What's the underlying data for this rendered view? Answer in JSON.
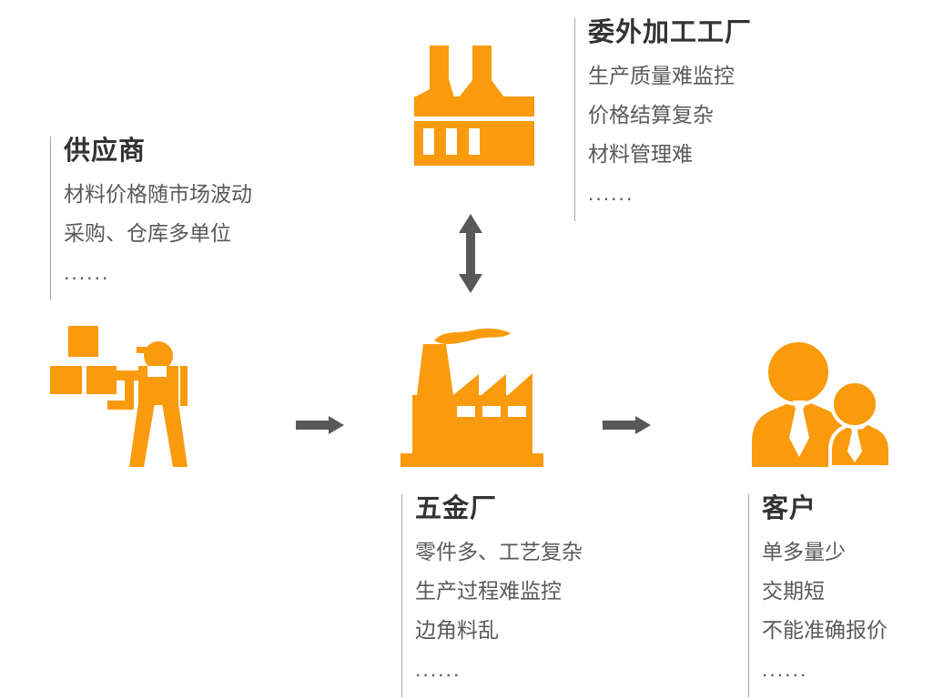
{
  "colors": {
    "accent": "#F99B0D",
    "arrow": "#595959",
    "title": "#333333",
    "body": "#595959",
    "divider": "#A6A6A6",
    "background": "#FFFFFF"
  },
  "nodes": {
    "outsource_factory": {
      "title": "委外加工工厂",
      "items": [
        "生产质量难监控",
        "价格结算复杂",
        "材料管理难"
      ],
      "ellipsis": "......"
    },
    "supplier": {
      "title": "供应商",
      "items": [
        "材料价格随市场波动",
        "采购、仓库多单位"
      ],
      "ellipsis": "......"
    },
    "hardware_factory": {
      "title": "五金厂",
      "items": [
        "零件多、工艺复杂",
        "生产过程难监控",
        "边角料乱"
      ],
      "ellipsis": "......"
    },
    "customer": {
      "title": "客户",
      "items": [
        "单多量少",
        "交期短",
        "不能准确报价"
      ],
      "ellipsis": "......"
    }
  },
  "icons": {
    "supplier": "worker-with-boxes-icon",
    "outsource_factory": "factory-icon",
    "hardware_factory": "factory-with-smoke-icon",
    "customer": "customers-icon",
    "flow_left": "arrow-right-icon",
    "flow_right": "arrow-right-icon",
    "link_vertical": "arrow-up-down-icon"
  }
}
